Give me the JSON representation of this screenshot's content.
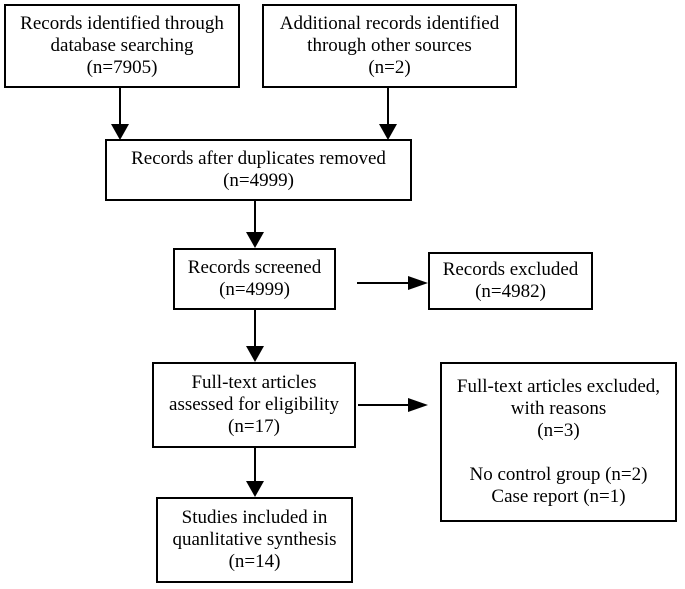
{
  "figure": {
    "type": "flowchart",
    "boxes": {
      "identified_database": {
        "text": "Records identified through\ndatabase searching\n(n=7905)",
        "n": 7905
      },
      "identified_other": {
        "text": "Additional records identified\nthrough other sources\n(n=2)",
        "n": 2
      },
      "after_duplicates": {
        "text": "Records after duplicates removed\n(n=4999)",
        "n": 4999
      },
      "screened": {
        "text": "Records screened\n(n=4999)",
        "n": 4999
      },
      "excluded": {
        "text": "Records excluded\n(n=4982)",
        "n": 4982
      },
      "fulltext_assessed": {
        "text": "Full-text articles\nassessed for eligibility\n(n=17)",
        "n": 17
      },
      "fulltext_excluded": {
        "text": "Full-text articles excluded,\nwith reasons\n(n=3)\n\nNo control group (n=2)\nCase report (n=1)",
        "n": 3,
        "reasons": [
          {
            "label": "No control group",
            "n": 2
          },
          {
            "label": "Case report",
            "n": 1
          }
        ]
      },
      "included_synthesis": {
        "text": "Studies included in\nquanlitative synthesis\n(n=14)",
        "n": 14
      }
    },
    "colors": {
      "box_border": "#000000",
      "box_background": "#ffffff",
      "text": "#000000",
      "arrow": "#000000",
      "page_background": "#ffffff"
    }
  }
}
